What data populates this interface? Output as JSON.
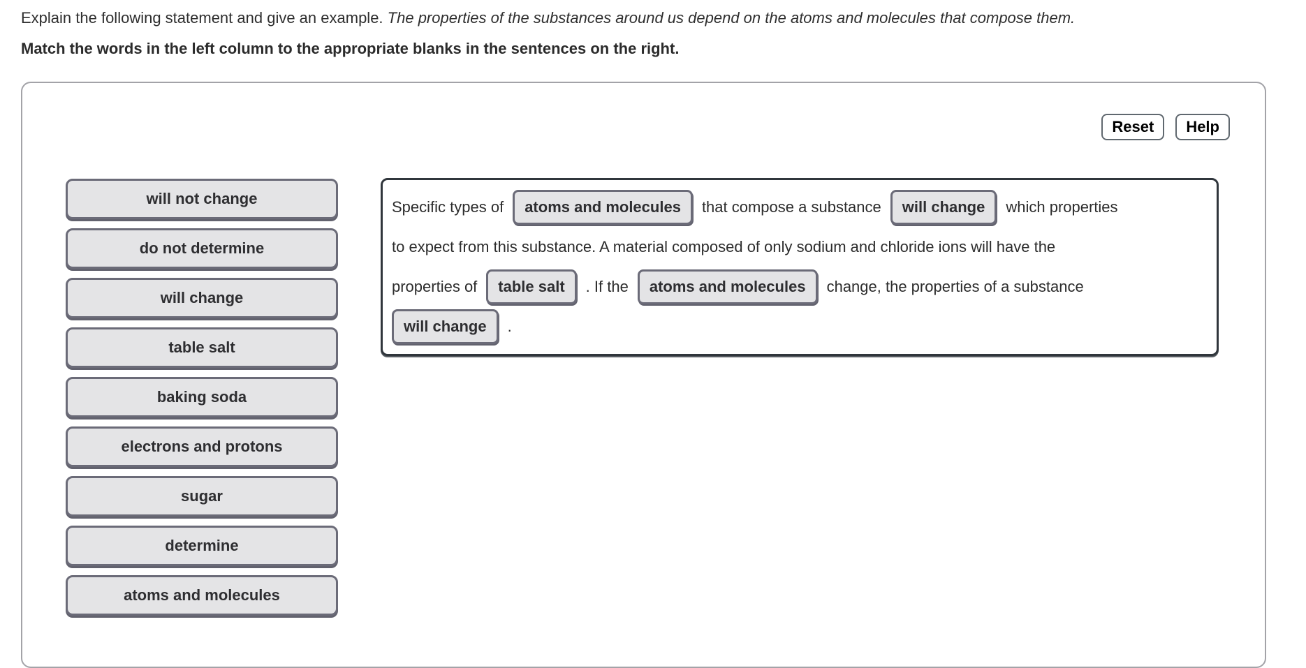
{
  "instructions": {
    "regular": "Explain the following statement and give an example.",
    "italic": "The properties of the substances around us depend on the atoms and molecules that compose them.",
    "directions": "Match the words in the left column to the appropriate blanks in the sentences on the right."
  },
  "toolbar": {
    "reset_label": "Reset",
    "help_label": "Help"
  },
  "word_bank": [
    "will not change",
    "do not determine",
    "will change",
    "table salt",
    "baking soda",
    "electrons and protons",
    "sugar",
    "determine",
    "atoms and molecules"
  ],
  "sentence": {
    "lines": [
      [
        {
          "type": "text",
          "text": "Specific types of"
        },
        {
          "type": "chip",
          "text": "atoms and molecules"
        },
        {
          "type": "text",
          "text": "that compose a substance"
        },
        {
          "type": "chip",
          "text": "will change"
        },
        {
          "type": "text",
          "text": "which properties"
        }
      ],
      [
        {
          "type": "text",
          "text": "to expect from this substance. A material composed of only sodium and chloride ions will have the"
        }
      ],
      [
        {
          "type": "text",
          "text": "properties of"
        },
        {
          "type": "chip",
          "text": "table salt"
        },
        {
          "type": "text",
          "text": ". If the"
        },
        {
          "type": "chip",
          "text": "atoms and molecules"
        },
        {
          "type": "text",
          "text": "change, the properties of a substance"
        }
      ],
      [
        {
          "type": "chip",
          "text": "will change"
        },
        {
          "type": "text",
          "text": "."
        }
      ]
    ]
  },
  "colors": {
    "chip_bg": "#e4e4e6",
    "chip_border": "#6b6b78",
    "chip_shadow": "#62626e",
    "sentence_panel_border": "#30363c",
    "outer_panel_border": "#a3a3a8",
    "button_border": "#60686f"
  }
}
